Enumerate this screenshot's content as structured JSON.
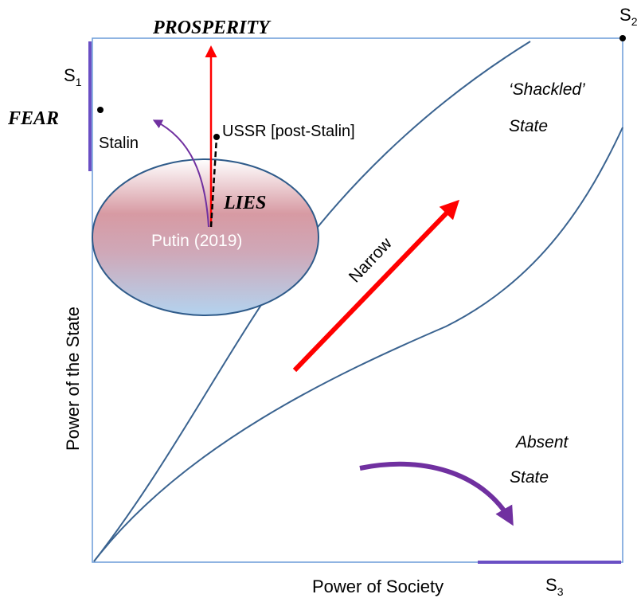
{
  "labels": {
    "prosperity": "PROSPERITY",
    "fear": "FEAR",
    "lies": "LIES",
    "s1_main": "S",
    "s1_sub": "1",
    "s2_main": "S",
    "s2_sub": "2",
    "s3_main": "S",
    "s3_sub": "3",
    "stalin": "Stalin",
    "ussr": "USSR [post-Stalin]",
    "putin": "Putin (2019)",
    "shackled_line1": "‘Shackled’",
    "shackled_line2": "State",
    "narrow": "Narrow",
    "absent_line1": "Absent",
    "absent_line2": "State",
    "x_axis": "Power of Society",
    "y_axis": "Power of the State"
  },
  "colors": {
    "frame": "#6a9bd8",
    "curve": "#3a6390",
    "red_arrow": "#ff0000",
    "purple": "#7030a0",
    "band": "#6a4fc4",
    "ellipse_top": "#d79aa3",
    "ellipse_bottom": "#b3d3ef",
    "ellipse_stroke": "#2f5b8a",
    "text": "#000000",
    "putin_text": "#ffffff"
  }
}
